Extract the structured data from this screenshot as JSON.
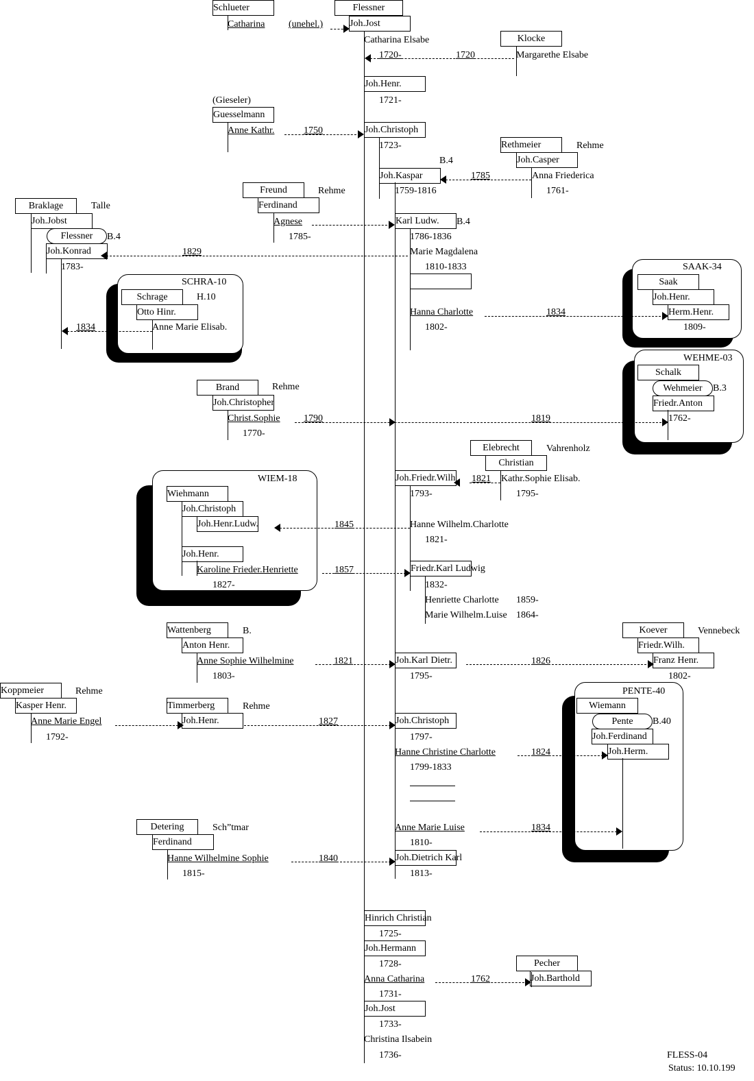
{
  "families": {
    "schlueter": {
      "surname": "Schlueter",
      "person": "Catharina",
      "note": "(unehel.)"
    },
    "flessner": {
      "surname": "Flessner",
      "head": "Joh.Jost",
      "wife1": "Catharina Elsabe",
      "wife1_year": "1720-"
    },
    "klocke": {
      "surname": "Klocke",
      "person": "Margarethe Elsabe",
      "marriage": "1720"
    },
    "gieseler": {
      "alias": "(Gieseler)",
      "surname": "Guesselmann",
      "person": "Anne Kathr.",
      "marriage": "1750"
    },
    "rethmeier": {
      "surname": "Rethmeier",
      "place": "Rehme",
      "father": "Joh.Casper",
      "person": "Anna Friederica",
      "born": "1761-",
      "marriage": "1785"
    },
    "freund": {
      "surname": "Freund",
      "place": "Rehme",
      "father": "Ferdinand",
      "person": "Agnese",
      "born": "1785-"
    },
    "braklage": {
      "surname": "Braklage",
      "place": "Talle",
      "father": "Joh.Jobst",
      "birthname": "Flessner",
      "ref": "B.4",
      "person": "Joh.Konrad",
      "born": "1783-",
      "marriage": "1829"
    },
    "schra": {
      "code": "SCHRA-10",
      "surname": "Schrage",
      "ref": "H.10",
      "father": "Otto Hinr.",
      "person": "Anne Marie Elisab.",
      "marriage": "1834"
    },
    "saak": {
      "code": "SAAK-34",
      "surname": "Saak",
      "father": "Joh.Henr.",
      "person": "Herm.Henr.",
      "born": "1809-"
    },
    "wehme": {
      "code": "WEHME-03",
      "surname": "Schalk",
      "birthname": "Wehmeier",
      "ref": "B.3",
      "person": "Friedr.Anton",
      "born": "1762-",
      "marriage": "1819"
    },
    "brand": {
      "surname": "Brand",
      "place": "Rehme",
      "father": "Joh.Christopher",
      "person": "Christ.Sophie",
      "born": "1770-",
      "marriage": "1790"
    },
    "elebrecht": {
      "surname": "Elebrecht",
      "place": "Vahrenholz",
      "father": "Christian",
      "person": "Kathr.Sophie Elisab.",
      "born": "1795-",
      "marriage": "1821"
    },
    "wiem": {
      "code": "WIEM-18",
      "surname": "Wiehmann",
      "father": "Joh.Christoph",
      "son": "Joh.Henr.Ludw.",
      "father2": "Joh.Henr.",
      "person": "Karoline Frieder.Henriette",
      "born": "1827-",
      "marriage1": "1845",
      "marriage2": "1857"
    },
    "wattenberg": {
      "surname": "Wattenberg",
      "place": "B.",
      "father": "Anton Henr.",
      "person": "Anne Sophie Wilhelmine",
      "born": "1803-",
      "marriage": "1821"
    },
    "koever": {
      "surname": "Koever",
      "place": "Vennebeck",
      "father": "Friedr.Wilh.",
      "person": "Franz Henr.",
      "born": "1802-",
      "marriage": "1826"
    },
    "koppmeier": {
      "surname": "Koppmeier",
      "place": "Rehme",
      "father": "Kasper Henr.",
      "person": "Anne Marie Engel",
      "born": "1792-"
    },
    "timmerberg": {
      "surname": "Timmerberg",
      "place": "Rehme",
      "person": "Joh.Henr.",
      "marriage": "1827"
    },
    "pente": {
      "code": "PENTE-40",
      "surname": "Wiemann",
      "birthname": "Pente",
      "ref": "B.40",
      "father": "Joh.Ferdinand",
      "person": "Joh.Herm.",
      "marriage1": "1824",
      "marriage2": "1834"
    },
    "detering": {
      "surname": "Detering",
      "place": "Sch”tmar",
      "father": "Ferdinand",
      "person": "Hanne Wilhelmine Sophie",
      "born": "1815-",
      "marriage": "1840"
    },
    "pecher": {
      "surname": "Pecher",
      "person": "Joh.Barthold",
      "marriage": "1762"
    }
  },
  "main_line": {
    "joh_henr": {
      "name": "Joh.Henr.",
      "born": "1721-"
    },
    "joh_christoph": {
      "name": "Joh.Christoph",
      "born": "1723-"
    },
    "joh_kaspar": {
      "name": "Joh.Kaspar",
      "years": "1759-1816",
      "ref": "B.4"
    },
    "karl_ludw": {
      "name": "Karl Ludw.",
      "ref": "B.4",
      "years": "1786-1836",
      "wife": "Marie Magdalena",
      "wife_years": "1810-1833"
    },
    "hanna_charlotte": {
      "name": "Hanna Charlotte",
      "born": "1802-",
      "marriage": "1834"
    },
    "joh_friedr_wilh": {
      "name": "Joh.Friedr.Wilh",
      "born": "1793-"
    },
    "hanne_wilhelm_charlotte": {
      "name": "Hanne Wilhelm.Charlotte",
      "born": "1821-"
    },
    "friedr_karl_ludwig": {
      "name": "Friedr.Karl Ludwig",
      "born": "1832-"
    },
    "henriette_charlotte": {
      "name": "Henriette Charlotte",
      "born": "1859-"
    },
    "marie_wilhelm_luise": {
      "name": "Marie Wilhelm.Luise",
      "born": "1864-"
    },
    "joh_karl_dietr": {
      "name": "Joh.Karl Dietr.",
      "born": "1795-"
    },
    "joh_christoph2": {
      "name": "Joh.Christoph",
      "born": "1797-"
    },
    "hanne_christine": {
      "name": "Hanne Christine Charlotte",
      "years": "1799-1833"
    },
    "anne_marie_luise": {
      "name": "Anne Marie Luise",
      "born": "1810-"
    },
    "joh_dietrich_karl": {
      "name": "Joh.Dietrich Karl",
      "born": "1813-"
    },
    "hinrich_christian": {
      "name": "Hinrich Christian",
      "born": "1725-"
    },
    "joh_hermann": {
      "name": "Joh.Hermann",
      "born": "1728-"
    },
    "anna_catharina": {
      "name": "Anna Catharina",
      "born": "1731-"
    },
    "joh_jost2": {
      "name": "Joh.Jost",
      "born": "1733-"
    },
    "christina_ilsabein": {
      "name": "Christina Ilsabein",
      "born": "1736-"
    }
  },
  "footer": {
    "code": "FLESS-04",
    "status": "Status: 10.10.199"
  }
}
